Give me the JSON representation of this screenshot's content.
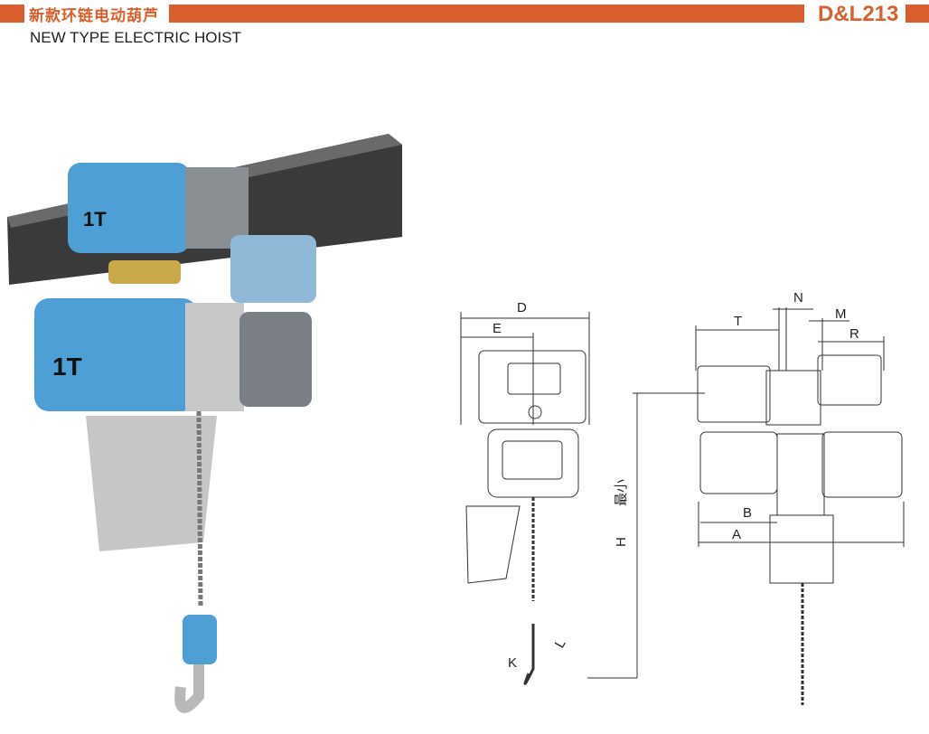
{
  "header": {
    "title_zh": "新款环链电动葫芦",
    "title_en": "NEW TYPE ELECTRIC HOIST",
    "model": "D&L213",
    "accent_color": "#d95f2e"
  },
  "photo": {
    "capacity_label_top": "1T",
    "capacity_label_bottom": "1T"
  },
  "drawing": {
    "side_view": {
      "dim_D": "D",
      "dim_E": "E",
      "dim_H": "H",
      "dim_H_note": "最小",
      "dim_K": "K",
      "dim_L": "L"
    },
    "front_view": {
      "dim_T": "T",
      "dim_N": "N",
      "dim_M": "M",
      "dim_R": "R",
      "dim_B": "B",
      "dim_A": "A"
    }
  }
}
